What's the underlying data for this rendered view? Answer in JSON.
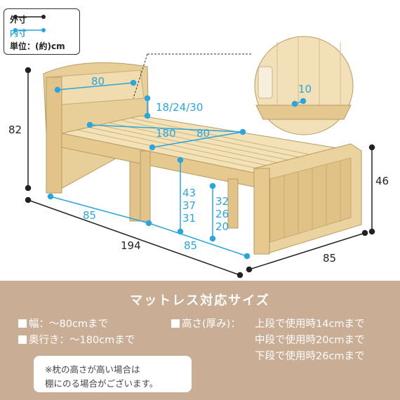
{
  "legend": {
    "outer_label": "外寸",
    "inner_label": "内寸",
    "unit_label": "単位：(約)cm",
    "outer_color": "#222222",
    "inner_color": "#2aa6dc"
  },
  "dimensions": {
    "headboard_width": "80",
    "shelf_height": "18/24/30",
    "inner_length": "180",
    "inner_width": "80",
    "overall_height": "82",
    "footboard_height": "46",
    "leg_width": "85",
    "overall_length": "194",
    "inner_bottom_width": "85",
    "overall_width": "85",
    "zoom_depth": "10",
    "top_height_1": "43",
    "top_height_2": "37",
    "top_height_3": "31",
    "deck_height_1": "32",
    "deck_height_2": "26",
    "deck_height_3": "20"
  },
  "info": {
    "title": "マットレス対応サイズ",
    "width_spec": "幅：～80cmまで",
    "length_spec": "奥行き：～180cmまで",
    "height_spec_label": "高さ(厚み)：",
    "height_spec_upper": "上段で使用時14cmまで",
    "height_spec_middle": "中段で使用時20cmまで",
    "height_spec_lower": "下段で使用時26cmまで",
    "note_line1": "※枕の高さが高い場合は",
    "note_line2": "棚にのる場合がございます。",
    "background_color": "#c9ad95"
  }
}
